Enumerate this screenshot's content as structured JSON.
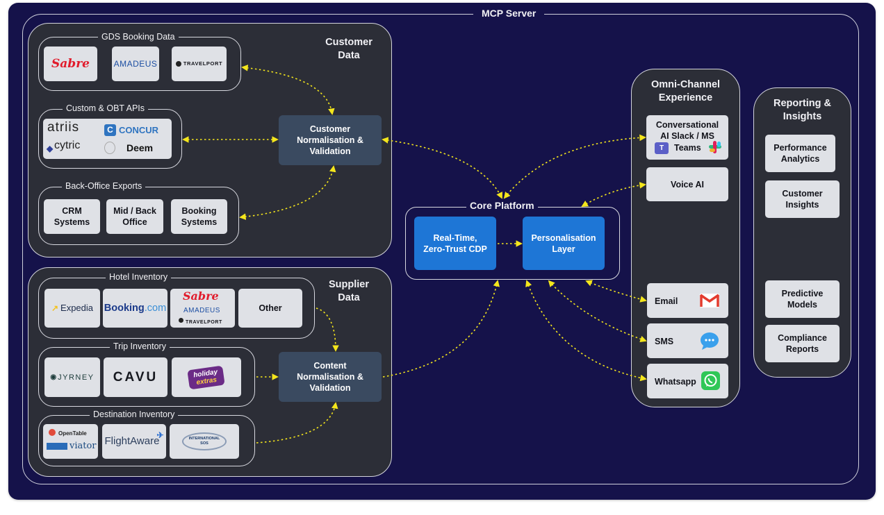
{
  "server_title": "MCP Server",
  "customer": {
    "title": "Customer\nData",
    "gds": {
      "label": "GDS Booking Data",
      "logos": [
        "Sabre",
        "amadeus",
        "TRAVELPORT"
      ]
    },
    "apis": {
      "label": "Custom & OBT APIs",
      "logos": [
        "atriis",
        "CONCUR",
        "cytric",
        "Deem"
      ]
    },
    "backoffice": {
      "label": "Back-Office Exports",
      "items": [
        "CRM\nSystems",
        "Mid / Back\nOffice",
        "Booking\nSystems"
      ]
    },
    "normalisation": "Customer\nNormalisation &\nValidation"
  },
  "supplier": {
    "title": "Supplier\nData",
    "hotel": {
      "label": "Hotel Inventory",
      "logos": [
        "Expedia",
        "Booking",
        ".com",
        "Sabre",
        "amadeus",
        "TRAVELPORT"
      ],
      "other": "Other"
    },
    "trip": {
      "label": "Trip Inventory",
      "logos": [
        "JYRNEY",
        "CAVU",
        "holiday",
        "extras"
      ]
    },
    "destination": {
      "label": "Destination Inventory",
      "logos": [
        "OpenTable",
        "viator",
        "FlightAware",
        "INTERNATIONAL",
        "SOS"
      ]
    },
    "normalisation": "Content\nNormalisation &\nValidation"
  },
  "core": {
    "title": "Core Platform",
    "cdp": "Real-Time,\nZero-Trust CDP",
    "personalisation": "Personalisation\nLayer"
  },
  "omni": {
    "title": "Omni-Channel\nExperience",
    "conversational": "Conversational\nAI Slack / MS",
    "teams": "Teams",
    "voice": "Voice AI",
    "channels": [
      "Email",
      "SMS",
      "Whatsapp"
    ]
  },
  "reporting": {
    "title": "Reporting &\nInsights",
    "items": [
      "Performance\nAnalytics",
      "Customer\nInsights",
      "Predictive\nModels",
      "Compliance\nReports"
    ]
  },
  "colors": {
    "background": "#15124a",
    "panel": "#2c2e37",
    "card": "#dfe1e6",
    "normalisation": "#3a4a60",
    "core_blue": "#1e76d6",
    "connector": "#f4e61c",
    "sabre_red": "#e11b2b",
    "gmail_red": "#e33b2e",
    "whatsapp_green": "#2fc757"
  },
  "icons": [
    "teams-icon",
    "slack-icon",
    "gmail-icon",
    "messages-icon",
    "whatsapp-icon",
    "concur-icon",
    "cytric-icon",
    "travelport-icon",
    "expedia-icon",
    "opentable-icon",
    "flightaware-plane-icon",
    "jyrney-pin-icon"
  ]
}
